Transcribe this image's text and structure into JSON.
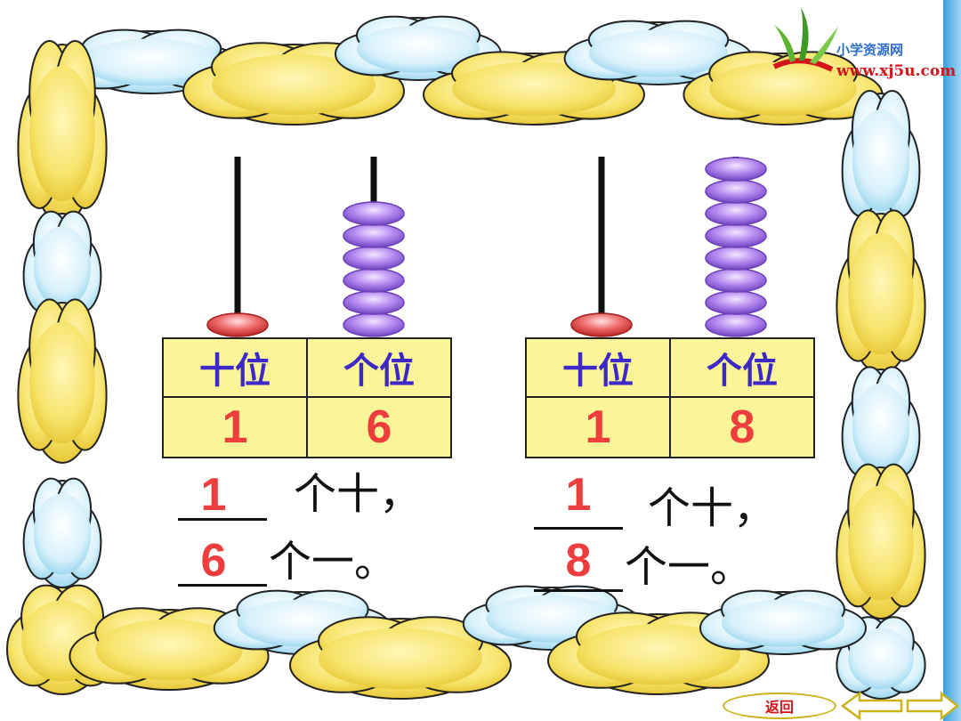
{
  "logo": {
    "name_text": "小学资源网",
    "url_text": "www.xj5u.com"
  },
  "panels": [
    {
      "tens_header": "十位",
      "ones_header": "个位",
      "tens_value": "1",
      "ones_value": "6",
      "tens_beads": 1,
      "ones_beads": 6,
      "answer_tens": "1",
      "tens_unit": "个十，",
      "answer_ones": "6",
      "ones_unit": "个一。"
    },
    {
      "tens_header": "十位",
      "ones_header": "个位",
      "tens_value": "1",
      "ones_value": "8",
      "tens_beads": 1,
      "ones_beads": 8,
      "answer_tens": "1",
      "tens_unit": "个十，",
      "answer_ones": "8",
      "ones_unit": "个一。"
    }
  ],
  "nav": {
    "back_label": "返回"
  },
  "colors": {
    "bead_ones": "#9b6fe0",
    "bead_tens": "#e24b4b",
    "answer": "#ee3d3d",
    "header": "#3c27c9",
    "table_fill": "#fbf59a"
  }
}
